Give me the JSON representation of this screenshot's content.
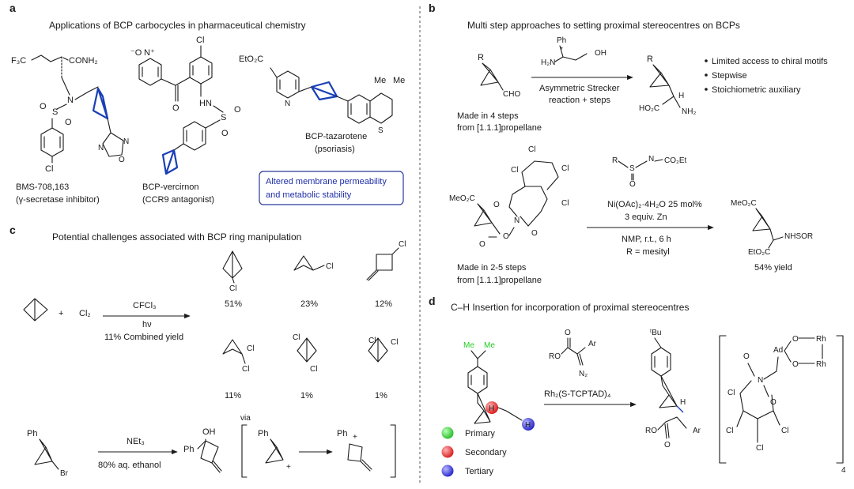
{
  "panels": {
    "a": {
      "letter": "a",
      "title": "Applications of BCP carbocycles in pharmaceutical chemistry"
    },
    "b": {
      "letter": "b",
      "title": "Multi step approaches to setting proximal stereocentres on BCPs"
    },
    "c": {
      "letter": "c",
      "title": "Potential challenges associated with BCP ring manipulation"
    },
    "d": {
      "letter": "d",
      "title": "C–H Insertion for incorporation of proximal stereocentres"
    }
  },
  "panel_a": {
    "compound1_name": "BMS-708,163",
    "compound1_desc": "(γ-secretase inhibitor)",
    "compound2_name": "BCP-vercirnon",
    "compound2_desc": "(CCR9 antagonist)",
    "compound3_name": "BCP-tazarotene",
    "compound3_desc": "(psoriasis)",
    "box_line1": "Altered membrane permeability",
    "box_line2": "and metabolic stability",
    "atoms": {
      "f3c": "F₃C",
      "conh2": "CONH₂",
      "n": "N",
      "s": "S",
      "o": "O",
      "cl": "Cl",
      "n_oxide": "⁻O",
      "n_plus": "N⁺",
      "hn": "HN",
      "etooc": "EtO₂C",
      "me": "Me",
      "n_ox": "N"
    }
  },
  "panel_b": {
    "reagent_ph": "Ph",
    "reagent_h2n": "H₂N",
    "reagent_oh": "OH",
    "reagent_star": "*",
    "arrow1_line1": "Asymmetric Strecker",
    "arrow1_line2": "reaction + steps",
    "sm1_r": "R",
    "sm1_cho": "CHO",
    "sm1_note1": "Made in 4 steps",
    "sm1_note2": "from [1.1.1]propellane",
    "p1_r": "R",
    "p1_ho2c": "HO₂C",
    "p1_h": "H",
    "p1_nh2": "NH₂",
    "bullets": [
      "Limited access to chiral motifs",
      "Stepwise",
      "Stoichiometric auxiliary"
    ],
    "sm2_meo2c": "MeO₂C",
    "sm2_note1": "Made in 2-5 steps",
    "sm2_note2": "from [1.1.1]propellane",
    "cl": "Cl",
    "o": "O",
    "n": "N",
    "sulf_r": "R",
    "sulf_s": "S",
    "sulf_n": "N",
    "sulf_co2et": "CO₂Et",
    "sulf_o": "O",
    "cond_line1": "Ni(OAc)₂·4H₂O 25 mol%",
    "cond_line2": "3 equiv. Zn",
    "cond_line3": "NMP, r.t., 6 h",
    "cond_line4": "R = mesityl",
    "p2_meo2c": "MeO₂C",
    "p2_nhsor": "NHSOR",
    "p2_eto2c": "EtO₂C",
    "p2_yield": "54% yield"
  },
  "panel_c": {
    "cl2": "Cl₂",
    "plus": "+",
    "reagent": "CFCl₃",
    "hv": "hν",
    "combined": "11% Combined yield",
    "cl": "Cl",
    "yields": [
      "51%",
      "23%",
      "12%",
      "11%",
      "1%",
      "1%"
    ],
    "ph": "Ph",
    "br": "Br",
    "net3": "NEt₃",
    "solvent": "80% aq. ethanol",
    "oh": "OH",
    "via": "via",
    "plus_charge": "+"
  },
  "panel_d": {
    "me": "Me",
    "reagent_ro": "RO",
    "reagent_o": "O",
    "reagent_ar": "Ar",
    "reagent_n2": "N₂",
    "catalyst": "Rh₂(S-TCPTAD)₄",
    "tbu": "ᵗBu",
    "h": "H",
    "ro": "RO",
    "o": "O",
    "ar": "Ar",
    "legend": [
      "Primary",
      "Secondary",
      "Tertiary"
    ],
    "legend_colors": [
      "#33dd33",
      "#ee2222",
      "#2222dd"
    ],
    "ad": "Ad",
    "rh": "Rh",
    "cl": "Cl",
    "n": "N",
    "subscript4": "4"
  }
}
